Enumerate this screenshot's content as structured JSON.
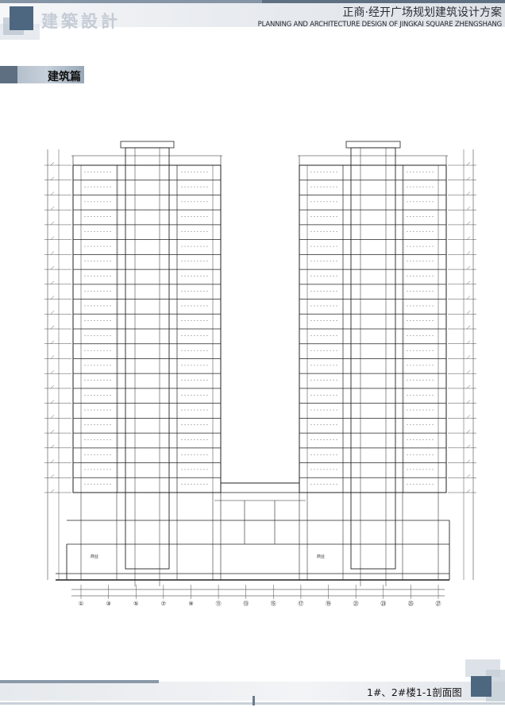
{
  "header": {
    "logo_text": "建築設計",
    "title": "正商·经开广场规划建筑设计方案",
    "subtitle": "PLANNING AND ARCHITECTURE DESIGN OF JINGKAI SQUARE ZHENGSHANG"
  },
  "section": {
    "label": "建筑篇"
  },
  "drawing": {
    "axis_labels": [
      "①",
      "③",
      "⑤",
      "⑦",
      "⑨",
      "⑪",
      "⑬",
      "⑮",
      "⑰",
      "⑲",
      "㉑",
      "㉓",
      "㉕",
      "㉗"
    ],
    "podium_room_label": "商业",
    "typical_floors": 22
  },
  "footer": {
    "title": "1#、2#楼1-1剖面图"
  },
  "colors": {
    "accent": "#4d6780",
    "line": "#222222"
  }
}
